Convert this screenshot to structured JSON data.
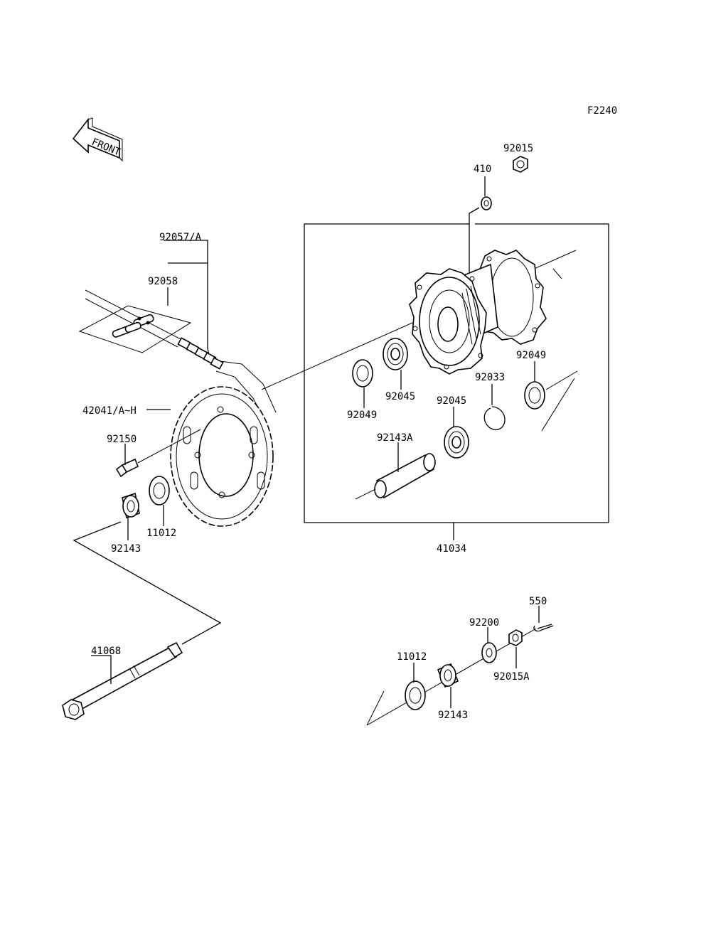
{
  "figure_code": "F2240",
  "front_arrow_label": "FRONT",
  "labels": {
    "p410": "410",
    "p92015": "92015",
    "p92057A": "92057/A",
    "p92058": "92058",
    "p42041": "42041/A~H",
    "p92150": "92150",
    "p11012a": "11012",
    "p92143a": "92143",
    "p92049a": "92049",
    "p92045a": "92045",
    "p92045b": "92045",
    "p92033": "92033",
    "p92049b": "92049",
    "p92143A": "92143A",
    "p41034": "41034",
    "p550": "550",
    "p92200": "92200",
    "p11012b": "11012",
    "p92015A": "92015A",
    "p92143b": "92143",
    "p41068": "41068"
  }
}
